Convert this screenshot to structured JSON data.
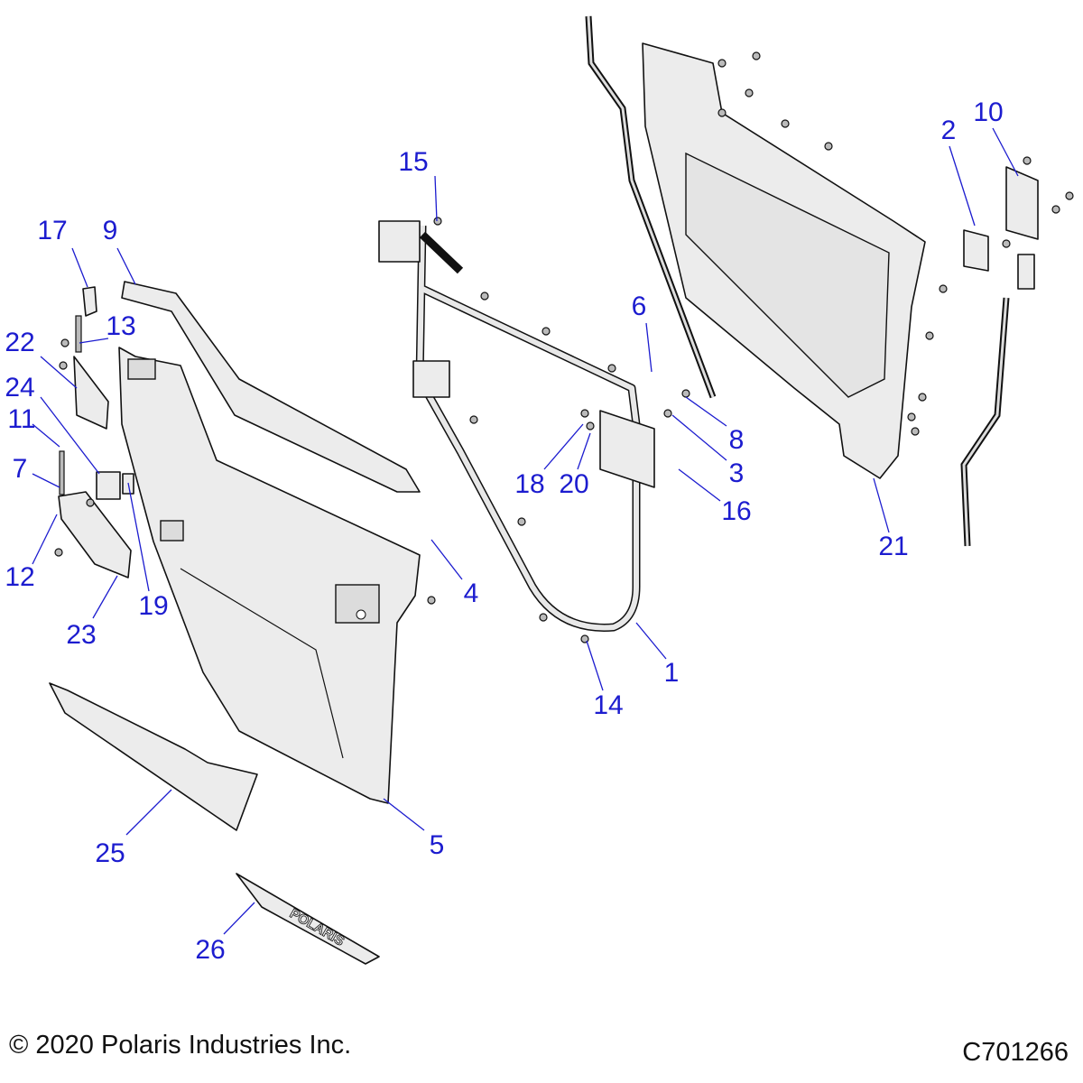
{
  "callouts": [
    "1",
    "2",
    "3",
    "4",
    "5",
    "6",
    "7",
    "8",
    "9",
    "10",
    "11",
    "12",
    "13",
    "14",
    "15",
    "16",
    "17",
    "18",
    "19",
    "20",
    "21",
    "22",
    "23",
    "24",
    "25",
    "26"
  ],
  "footer": {
    "copyright": "© 2020 Polaris Industries Inc.",
    "drawing_number": "C701266"
  },
  "logo_text": "POLARIS",
  "colors": {
    "callout": "#1c1ccf",
    "part_fill": "#ececec",
    "outline": "#111111"
  }
}
